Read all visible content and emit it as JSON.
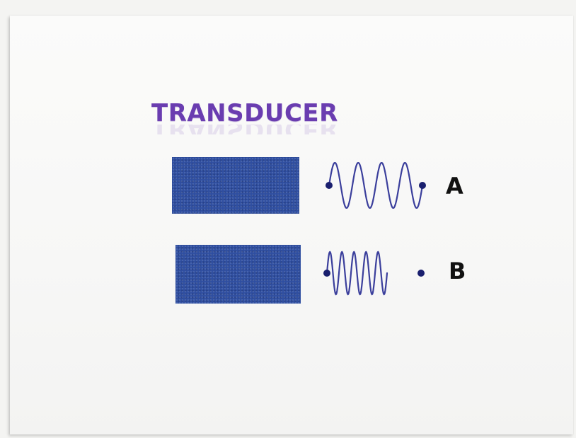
{
  "title": "TRANSDUCER",
  "rows": [
    {
      "label": "A",
      "wave_cycles": 4,
      "has_gap_dot": false
    },
    {
      "label": "B",
      "wave_cycles": 5,
      "has_gap_dot": true
    }
  ],
  "colors": {
    "title": "#6a3db0",
    "transducer_block": "#2f4ea0",
    "wave": "#3b3f9c",
    "dot": "#1a1f6e",
    "label": "#111111"
  },
  "icons": [
    "transducer-block",
    "wave-pulse",
    "endpoint-dot"
  ]
}
